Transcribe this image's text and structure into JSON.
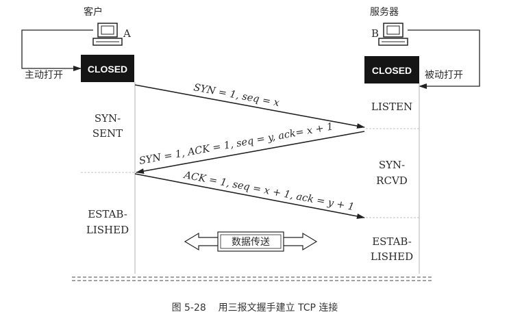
{
  "client": {
    "title": "客户",
    "host_label": "A",
    "initial_state": "CLOSED",
    "open_label": "主动打开",
    "states": [
      "SYN-",
      "SENT",
      "ESTAB-",
      "LISHED"
    ]
  },
  "server": {
    "title": "服务器",
    "host_label": "B",
    "initial_state": "CLOSED",
    "open_label": "被动打开",
    "states": [
      "LISTEN",
      "SYN-",
      "RCVD",
      "ESTAB-",
      "LISHED"
    ]
  },
  "messages": [
    "SYN = 1, seq = x",
    "SYN = 1, ACK = 1, seq = y, ack= x + 1",
    "ACK = 1, seq = x + 1, ack = y + 1"
  ],
  "data_transfer": "数据传送",
  "caption": "图 5-28    用三报文握手建立 TCP 连接"
}
